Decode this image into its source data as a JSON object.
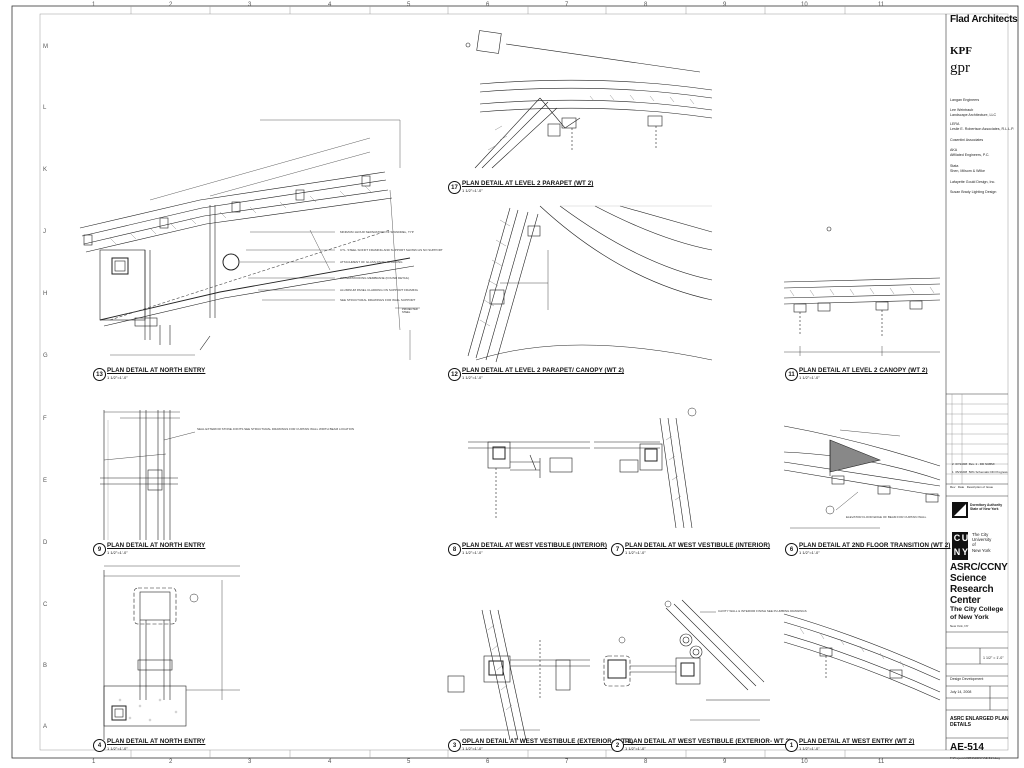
{
  "grid": {
    "columns": [
      "1",
      "2",
      "3",
      "4",
      "5",
      "6",
      "7",
      "8",
      "9",
      "10",
      "11"
    ],
    "rows": [
      "M",
      "L",
      "K",
      "J",
      "H",
      "G",
      "F",
      "E",
      "D",
      "C",
      "B",
      "A"
    ]
  },
  "details": [
    {
      "num": "13",
      "title": "PLAN DETAIL AT NORTH ENTRY",
      "scale": "1 1/2\"=1'-0\""
    },
    {
      "num": "17",
      "title": "PLAN DETAIL AT LEVEL 2 PARAPET (WT 2)",
      "scale": "1 1/2\"=1'-0\""
    },
    {
      "num": "12",
      "title": "PLAN DETAIL AT LEVEL 2 PARAPET/ CANOPY (WT 2)",
      "scale": "1 1/2\"=1'-0\""
    },
    {
      "num": "11",
      "title": "PLAN DETAIL AT LEVEL 2 CANOPY (WT 2)",
      "scale": "1 1/2\"=1'-0\""
    },
    {
      "num": "9",
      "title": "PLAN DETAIL AT NORTH ENTRY",
      "scale": "1 1/2\"=1'-0\""
    },
    {
      "num": "8",
      "title": "PLAN DETAIL AT WEST VESTIBULE (INTERIOR)",
      "scale": "1 1/2\"=1'-0\""
    },
    {
      "num": "7",
      "title": "PLAN DETAIL AT WEST VESTIBULE (INTERIOR)",
      "scale": "1 1/2\"=1'-0\""
    },
    {
      "num": "6",
      "title": "PLAN DETAIL AT 2ND FLOOR TRANSITION (WT 2)",
      "scale": "1 1/2\"=1'-0\""
    },
    {
      "num": "4",
      "title": "PLAN DETAIL AT NORTH ENTRY",
      "scale": "1 1/2\"=1'-0\""
    },
    {
      "num": "3",
      "title": "OPLAN DETAIL AT WEST VESTIBULE (EXTERIOR- WT 2)",
      "scale": "1 1/2\"=1'-0\""
    },
    {
      "num": "2",
      "title": "PLAN DETAIL AT WEST VESTIBULE (EXTERIOR- WT 2)",
      "scale": "1 1/2\"=1'-0\""
    },
    {
      "num": "1",
      "title": "PLAN DETAIL AT WEST ENTRY (WT 2)",
      "scale": "1 1/2\"=1'-0\""
    }
  ],
  "titleblock": {
    "firm": "Flad Architects",
    "kpf": "KPF",
    "gpr": "gpr",
    "consultants": [
      "Langan Engineers",
      "Lee Weintraub\nLandscape Architecture, LLC",
      "LERA\nLeslie E. Robertson Associates, R.L.L.P.",
      "Cosentini Associates",
      "AKA\nAffiliated Engineers, P.C.",
      "Stata\nShen, Milsom & Wilke",
      "Lafayette Gould Design, Inc.",
      "Susan Brady Lighting Design"
    ],
    "dasny": "Dormitory Authority\nState of New York",
    "cuny_letters": [
      "C",
      "U",
      "N",
      "Y"
    ],
    "cuny_name": "The City\nUniversity\nof\nNew York",
    "project_name": "ASRC/CCNY\nScience\nResearch\nCenter",
    "college": "The City College\nof New York",
    "location": "New York, NY",
    "phase": "Design Development",
    "date": "July 14, 2008",
    "scale": "1 1/2\" = 1'-0\"",
    "sheet_title": "ASRC ENLARGED PLAN\nDETAILS",
    "sheet_number": "AE-514",
    "revisions": [
      {
        "no": "2",
        "date": "07/14/08",
        "desc": "Rev. 1 - DD SUBMI"
      },
      {
        "no": "1",
        "date": "05/16/08",
        "desc": "50% Schematic DD Progress"
      }
    ],
    "rev_headers": [
      "Rev",
      "Date",
      "Description of Issue"
    ]
  },
  "annotations": {
    "north_entry_notes": [
      "MINIMUM 1HOUR SEPARATION OF SPANDREL, TYP",
      "CTL. STEEL SOFFIT FRAMING AND SUPPORT SHOWN AS NO SUPPORT",
      "ATTACHMENT OF GLASS PANEL CLADDING",
      "WATERPROOFING MEMBRANE (FOUND DETAIL)",
      "ALUMINUM PANEL CLADDING ON SUPPORT FRAMING",
      "SEE STRUCTURAL DRAWINGS FOR WALL SUPPORT"
    ],
    "projected_steel": "PROJECTED\nSTEEL",
    "detail9_note": "SEAL EXTERIOR STONE JOINTS\nSEE STRUCTURAL DRAWINGS FOR CURTAIN WALL\nWIDTH BEAM LOCATION",
    "detail6_note": "ELEVATOR FLOOR\nEDGE OF BEAM\nFOR CURTAIN WALL",
    "detail2_note": "CAVITY WALL & INTERIOR FINISH\nSEE PLUMBING DRAWINGS"
  },
  "footer": "F:\\Projects\\ASRC\\CCNY\\AE-514.dwg"
}
